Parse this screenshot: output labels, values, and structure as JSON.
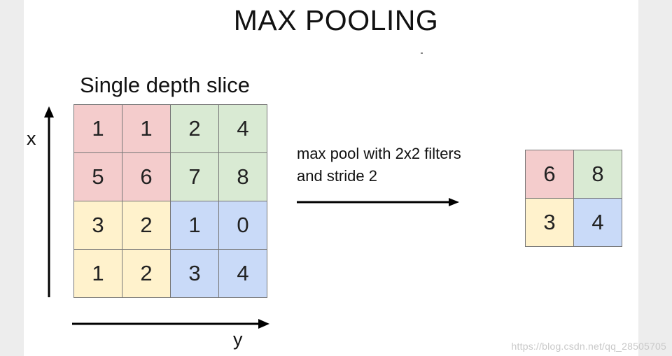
{
  "title": "MAX POOLING",
  "subtitle": "Single depth slice",
  "axes": {
    "vertical": "x",
    "horizontal": "y"
  },
  "caption": {
    "line1": "max pool with 2x2 filters",
    "line2": "and stride 2"
  },
  "input_grid": {
    "rows": [
      [
        "1",
        "1",
        "2",
        "4"
      ],
      [
        "5",
        "6",
        "7",
        "8"
      ],
      [
        "3",
        "2",
        "1",
        "0"
      ],
      [
        "1",
        "2",
        "3",
        "4"
      ]
    ]
  },
  "output_grid": {
    "rows": [
      [
        "6",
        "8"
      ],
      [
        "3",
        "4"
      ]
    ]
  },
  "colors": {
    "red": "#f4cccc",
    "green": "#d9ead3",
    "yellow": "#fff2cc",
    "blue": "#c9daf8",
    "grid_line": "#777777",
    "arrow": "#000000"
  },
  "watermark": "https://blog.csdn.net/qq_28505705"
}
